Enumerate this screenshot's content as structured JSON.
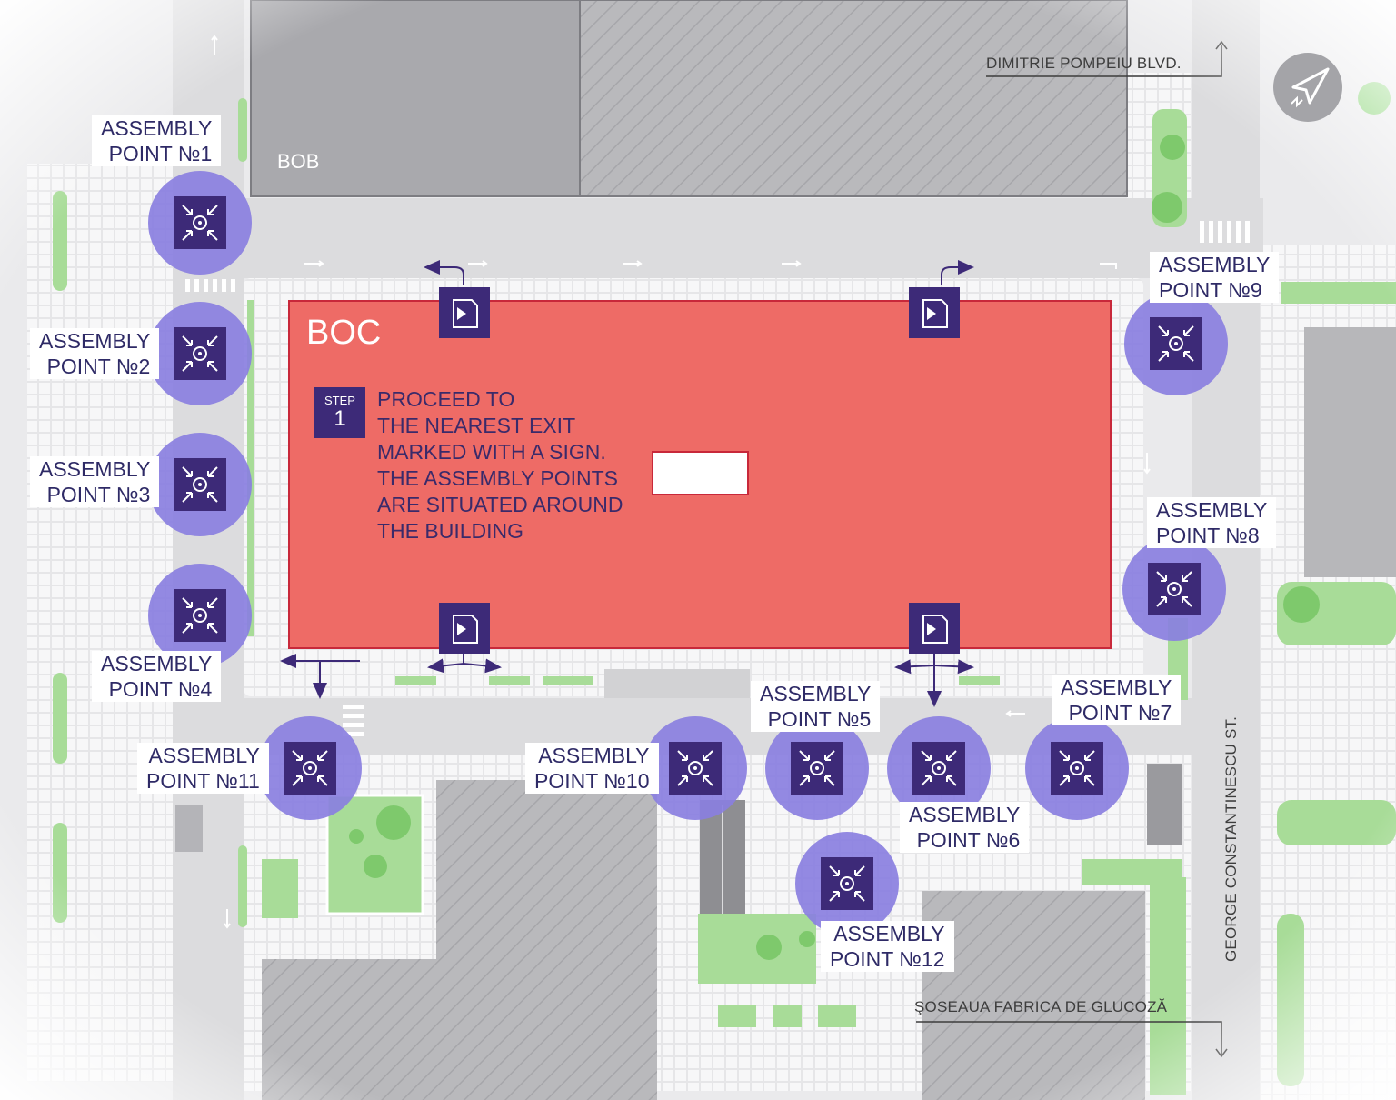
{
  "building": {
    "name": "BOC"
  },
  "neighbor_building": {
    "name": "BOB"
  },
  "step": {
    "word": "STEP",
    "number": "1"
  },
  "instructions": [
    "PROCEED TO",
    "THE NEAREST EXIT",
    "MARKED WITH A SIGN.",
    "THE ASSEMBLY POINTS",
    "ARE SITUATED AROUND",
    "THE BUILDING"
  ],
  "streets": {
    "north": "DIMITRIE POMPEIU BLVD.",
    "south": "ŞOSEAUA FABRICA DE GLUCOZĂ",
    "east": "GEORGE CONSTANTINESCU ST."
  },
  "assembly_points": [
    {
      "line1": "ASSEMBLY",
      "line2": "POINT №1"
    },
    {
      "line1": "ASSEMBLY",
      "line2": "POINT №2"
    },
    {
      "line1": "ASSEMBLY",
      "line2": "POINT №3"
    },
    {
      "line1": "ASSEMBLY",
      "line2": "POINT №4"
    },
    {
      "line1": "ASSEMBLY",
      "line2": "POINT №5"
    },
    {
      "line1": "ASSEMBLY",
      "line2": "POINT №6"
    },
    {
      "line1": "ASSEMBLY",
      "line2": "POINT №7"
    },
    {
      "line1": "ASSEMBLY",
      "line2": "POINT №8"
    },
    {
      "line1": "ASSEMBLY",
      "line2": "POINT №9"
    },
    {
      "line1": "ASSEMBLY",
      "line2": "POINT №10"
    },
    {
      "line1": "ASSEMBLY",
      "line2": "POINT №11"
    },
    {
      "line1": "ASSEMBLY",
      "line2": "POINT №12"
    }
  ],
  "colors": {
    "building": "#ee6b66",
    "building_border": "#c8283a",
    "assembly_circle": "#8a7fe0",
    "marker": "#3d2a78",
    "greenery": "#a8dc98",
    "road": "#e2e2e4",
    "block": "#bdbdc0"
  },
  "icons": {
    "assembly": "assembly-point-icon",
    "exit": "emergency-exit-icon",
    "compass": "north-arrow-icon"
  }
}
